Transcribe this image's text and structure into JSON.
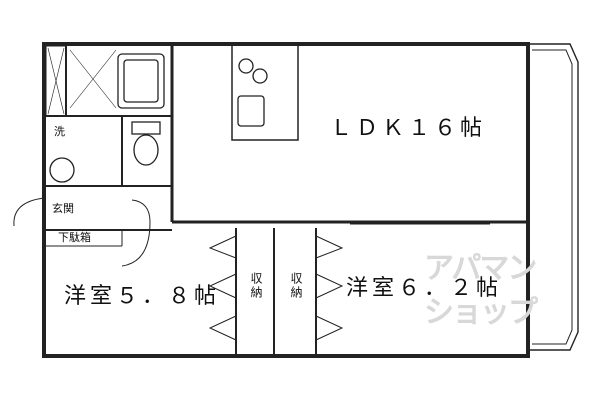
{
  "rooms": {
    "ldk": "ＬＤＫ１６帖",
    "western_a": "洋室５．８帖",
    "western_b": "洋室６．２帖"
  },
  "labels": {
    "washroom": "洗",
    "entrance": "玄関",
    "shoe_cabinet": "下駄箱",
    "closet_a": "収納",
    "closet_b": "収納"
  },
  "watermark": {
    "line1": "アパマン",
    "line2": "ショップ",
    "color": "#d8d8d8"
  }
}
